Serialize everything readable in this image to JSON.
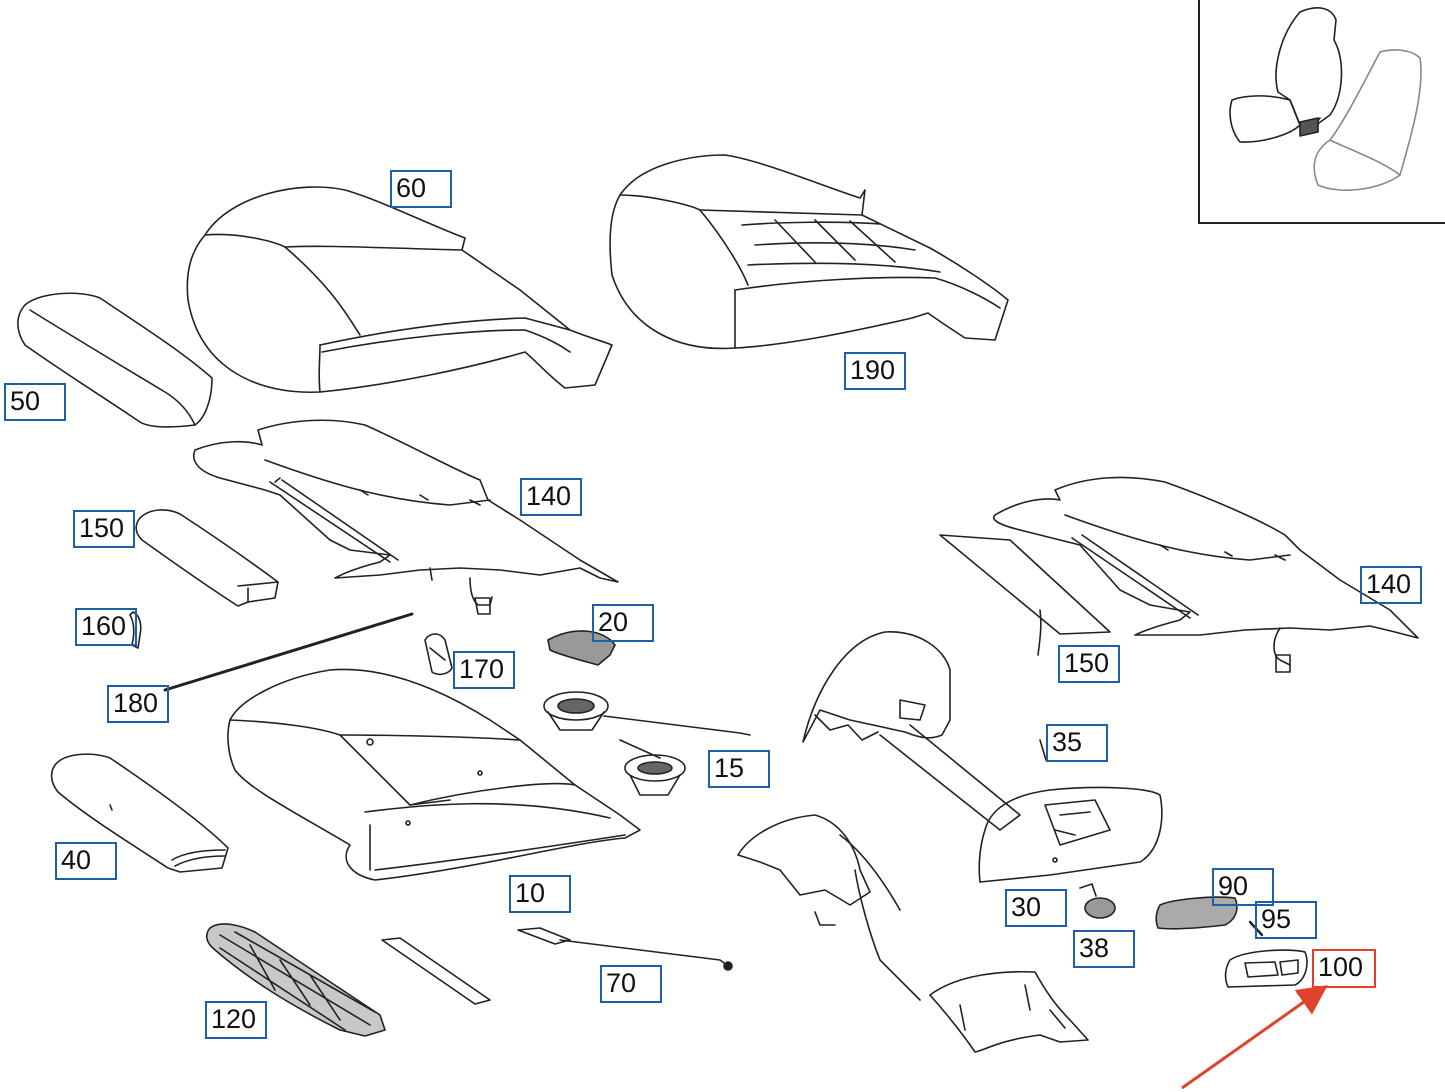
{
  "diagram": {
    "type": "exploded-parts-diagram",
    "colors": {
      "callout_border": "#1f5fa8",
      "highlight_border": "#e0432a",
      "arrow": "#e0432a",
      "line_art": "#222222"
    },
    "highlighted_part": "100",
    "callouts": [
      {
        "id": "c60",
        "label": "60"
      },
      {
        "id": "c190",
        "label": "190"
      },
      {
        "id": "c50",
        "label": "50"
      },
      {
        "id": "c140a",
        "label": "140"
      },
      {
        "id": "c150a",
        "label": "150"
      },
      {
        "id": "c140b",
        "label": "140"
      },
      {
        "id": "c160",
        "label": "160"
      },
      {
        "id": "c20",
        "label": "20"
      },
      {
        "id": "c170",
        "label": "170"
      },
      {
        "id": "c150b",
        "label": "150"
      },
      {
        "id": "c180",
        "label": "180"
      },
      {
        "id": "c35",
        "label": "35"
      },
      {
        "id": "c15",
        "label": "15"
      },
      {
        "id": "c40",
        "label": "40"
      },
      {
        "id": "c10",
        "label": "10"
      },
      {
        "id": "c90",
        "label": "90"
      },
      {
        "id": "c30",
        "label": "30"
      },
      {
        "id": "c95",
        "label": "95"
      },
      {
        "id": "c38",
        "label": "38"
      },
      {
        "id": "c100",
        "label": "100",
        "highlighted": true
      },
      {
        "id": "c70",
        "label": "70"
      },
      {
        "id": "c120",
        "label": "120"
      }
    ]
  }
}
